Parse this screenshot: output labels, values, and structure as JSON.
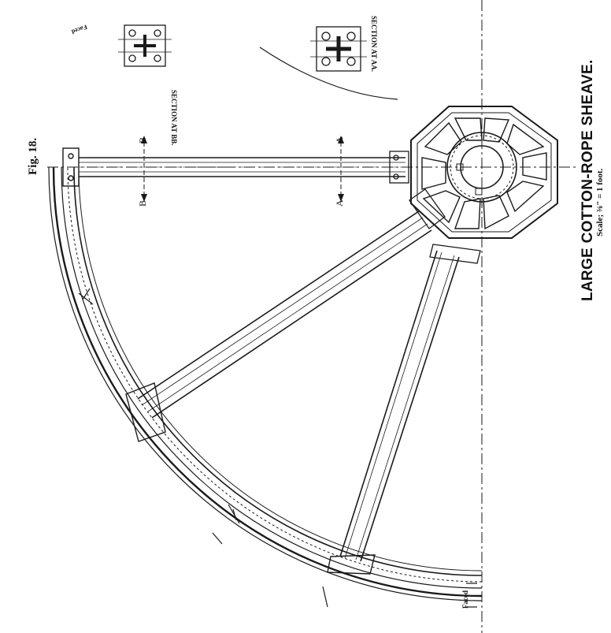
{
  "figure": {
    "fig_label": "Fig. 18.",
    "title": "LARGE COTTON-ROPE SHEAVE.",
    "scale": "Scale; ⅜\" = 1 foot.",
    "section_aa_caption": "SECTION AT AA.",
    "section_bb_caption": "SECTION AT BB.",
    "section_mark_a": "A",
    "section_mark_b": "B",
    "faced_label": "Faced",
    "faced_label_small": "Faced",
    "colors": {
      "ink": "#1a1a1a",
      "paper": "#ffffff"
    }
  }
}
